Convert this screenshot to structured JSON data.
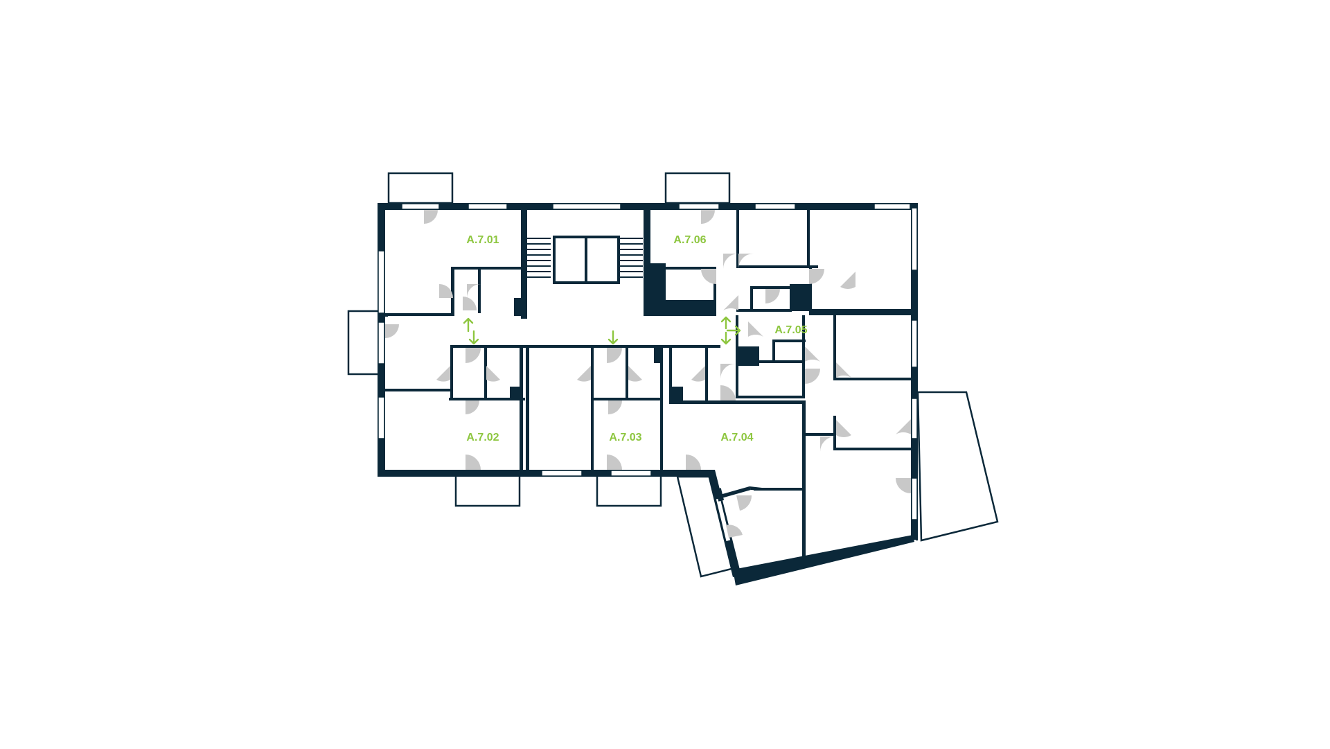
{
  "plan": {
    "units": [
      {
        "id": "a701",
        "label": "A.7.01"
      },
      {
        "id": "a702",
        "label": "A.7.02"
      },
      {
        "id": "a703",
        "label": "A.7.03"
      },
      {
        "id": "a704",
        "label": "A.7.04"
      },
      {
        "id": "a705",
        "label": "A.7.05"
      },
      {
        "id": "a706",
        "label": "A.7.06"
      }
    ],
    "colors": {
      "wall": "#0b2839",
      "label": "#8dc63f",
      "door": "#c8c8c8",
      "background": "#ffffff"
    },
    "icons": [
      "door-swing-icon",
      "entrance-arrow-icon"
    ]
  }
}
